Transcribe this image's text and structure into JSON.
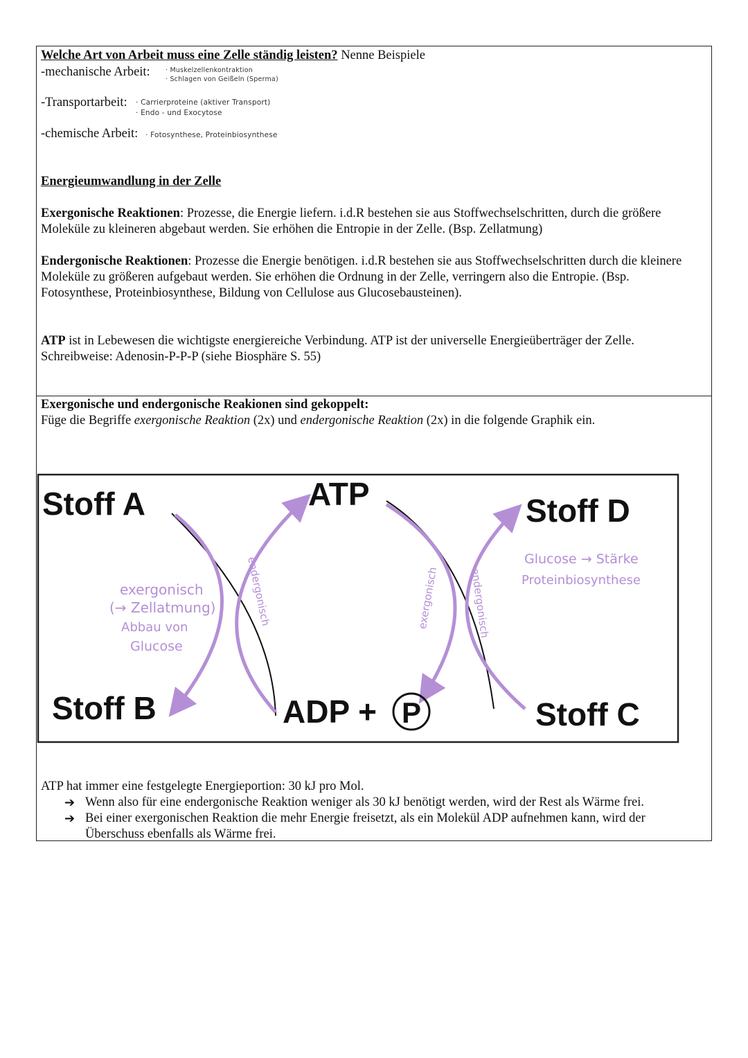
{
  "section1": {
    "question_bold": "Welche Art von Arbeit muss eine Zelle ständig leisten?",
    "question_rest": " Nenne Beispiele",
    "mech_label": "-mechanische Arbeit:",
    "mech_notes": [
      "· Muskelzellenkontraktion",
      "· Schlagen von Geißeln (Sperma)"
    ],
    "transport_label": "-Transportarbeit:",
    "transport_notes": [
      "· Carrierproteine (aktiver Transport)",
      "· Endo - und Exocytose"
    ],
    "chem_label": "-chemische Arbeit:",
    "chem_notes": [
      "· Fotosynthese, Proteinbiosynthese"
    ]
  },
  "section2": {
    "heading": "Energieumwandlung in der Zelle",
    "exergonic_term": "Exergonische Reaktionen",
    "exergonic_text": ": Prozesse, die Energie liefern. i.d.R bestehen sie aus Stoffwechselschritten, durch die größere Moleküle zu kleineren abgebaut werden. Sie erhöhen die Entropie in der Zelle. (Bsp. Zellatmung)",
    "endergonic_term": "Endergonische Reaktionen",
    "endergonic_text": ": Prozesse die Energie benötigen. i.d.R bestehen sie aus Stoffwechselschritten durch die kleinere Moleküle zu größeren aufgebaut werden. Sie erhöhen die Ordnung in der Zelle, verringern also die Entropie. (Bsp. Fotosynthese, Proteinbiosynthese, Bildung von Cellulose aus Glucosebausteinen).",
    "atp_term": "ATP",
    "atp_text": " ist in Lebewesen die wichtigste energiereiche Verbindung. ATP ist der universelle Energieüberträger der Zelle.",
    "notation": "Schreibweise: Adenosin-P-P-P (siehe Biosphäre S. 55)"
  },
  "section3": {
    "heading": "Exergonische und endergonische Reakionen sind gekoppelt:",
    "instr_a": "Füge die Begriffe ",
    "instr_b": "exergonische Reaktion",
    "instr_c": " (2x) und ",
    "instr_d": "endergonische Reaktion",
    "instr_e": " (2x) in die folgende Graphik ein."
  },
  "diagram": {
    "stoff_a": "Stoff A",
    "stoff_b": "Stoff B",
    "stoff_c": "Stoff C",
    "stoff_d": "Stoff D",
    "atp": "ATP",
    "adp": "ADP +",
    "p": "P",
    "hw_left": [
      "exergonisch",
      "(→ Zellatmung)",
      "Abbau von",
      "Glucose"
    ],
    "hw_curve1": "endergonisch",
    "hw_curve2": "exergonisch",
    "hw_curve3": "endergonisch",
    "hw_right": [
      "Glucose → Stärke",
      "Proteinbiosynthese"
    ],
    "colors": {
      "handwriting": "#b48fd6",
      "curve": "#111111"
    }
  },
  "section4": {
    "intro": "ATP hat immer eine festgelegte Energieportion: 30 kJ pro Mol.",
    "arrow_glyph": "➔",
    "bullet1": "Wenn also für eine endergonische Reaktion weniger als 30 kJ benötigt werden, wird der Rest als Wärme frei.",
    "bullet2": "Bei einer exergonischen Reaktion die mehr Energie freisetzt, als ein Molekül ADP aufnehmen kann, wird der Überschuss ebenfalls als Wärme frei."
  }
}
